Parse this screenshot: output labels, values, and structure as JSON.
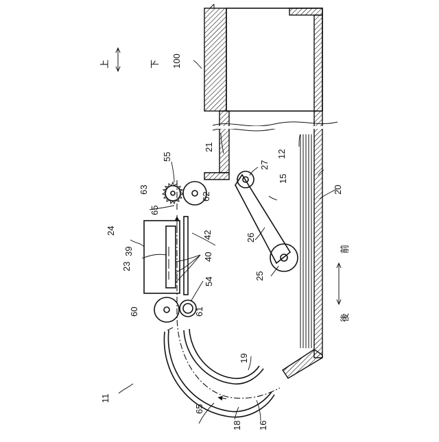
{
  "figure": {
    "labels": {
      "device": "11",
      "printer": "100",
      "up": "上",
      "down": "下",
      "rear": "後",
      "front": "前",
      "l12": "12",
      "l15": "15",
      "l16": "16",
      "l18": "18",
      "l19": "19",
      "l20": "20",
      "l21": "21",
      "l23": "23",
      "l24": "24",
      "l25": "25",
      "l26": "26",
      "l27": "27",
      "l39": "39",
      "l40": "40",
      "l42": "42",
      "l54": "54",
      "l55": "55",
      "l60": "60",
      "l61": "61",
      "l62": "62",
      "l63": "63",
      "l65a": "65",
      "l65b": "65"
    }
  }
}
